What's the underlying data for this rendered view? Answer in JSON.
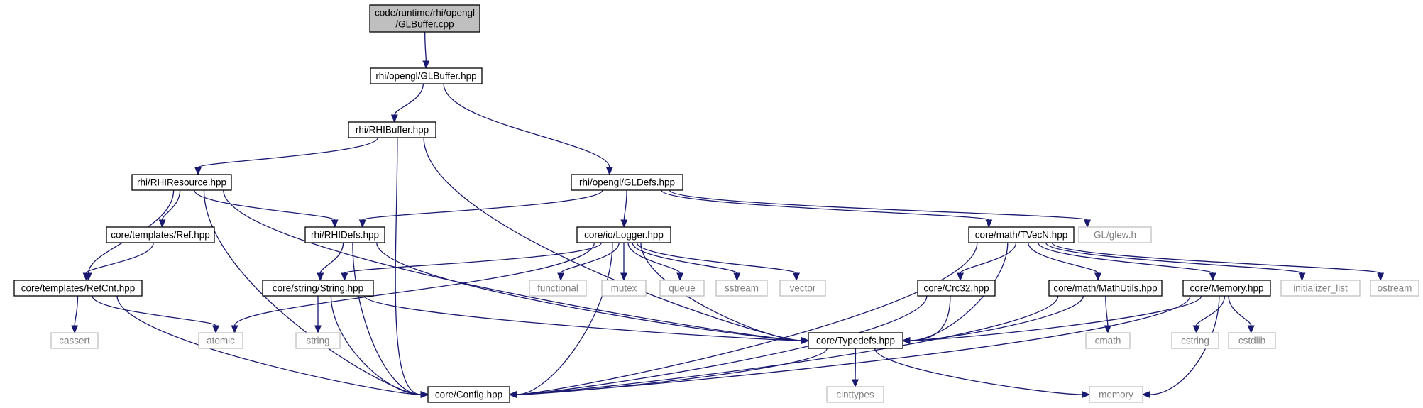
{
  "graph": {
    "title": "code/runtime/rhi/opengl/GLBuffer.cpp include dependency graph",
    "colors": {
      "edge": "#191970",
      "root_fill": "#bfbfbf",
      "node_stroke": "#000000",
      "external_stroke": "#bfbfbf",
      "external_text": "#808080"
    },
    "nodes": [
      {
        "id": "root",
        "lines": [
          "code/runtime/rhi/opengl",
          "/GLBuffer.cpp"
        ],
        "kind": "root"
      },
      {
        "id": "glbuffer_hpp",
        "lines": [
          "rhi/opengl/GLBuffer.hpp"
        ],
        "kind": "file"
      },
      {
        "id": "rhibuffer",
        "lines": [
          "rhi/RHIBuffer.hpp"
        ],
        "kind": "file"
      },
      {
        "id": "gldefs",
        "lines": [
          "rhi/opengl/GLDefs.hpp"
        ],
        "kind": "file"
      },
      {
        "id": "rhiresource",
        "lines": [
          "rhi/RHIResource.hpp"
        ],
        "kind": "file"
      },
      {
        "id": "rhidefs",
        "lines": [
          "rhi/RHIDefs.hpp"
        ],
        "kind": "file"
      },
      {
        "id": "logger",
        "lines": [
          "core/io/Logger.hpp"
        ],
        "kind": "file"
      },
      {
        "id": "tvecn",
        "lines": [
          "core/math/TVecN.hpp"
        ],
        "kind": "file"
      },
      {
        "id": "glew",
        "lines": [
          "GL/glew.h"
        ],
        "kind": "external"
      },
      {
        "id": "ref",
        "lines": [
          "core/templates/Ref.hpp"
        ],
        "kind": "file"
      },
      {
        "id": "refcnt",
        "lines": [
          "core/templates/RefCnt.hpp"
        ],
        "kind": "file"
      },
      {
        "id": "string_hpp",
        "lines": [
          "core/string/String.hpp"
        ],
        "kind": "file"
      },
      {
        "id": "functional",
        "lines": [
          "functional"
        ],
        "kind": "external"
      },
      {
        "id": "mutex",
        "lines": [
          "mutex"
        ],
        "kind": "external"
      },
      {
        "id": "queue",
        "lines": [
          "queue"
        ],
        "kind": "external"
      },
      {
        "id": "sstream",
        "lines": [
          "sstream"
        ],
        "kind": "external"
      },
      {
        "id": "vector",
        "lines": [
          "vector"
        ],
        "kind": "external"
      },
      {
        "id": "crc32",
        "lines": [
          "core/Crc32.hpp"
        ],
        "kind": "file"
      },
      {
        "id": "mathutils",
        "lines": [
          "core/math/MathUtils.hpp"
        ],
        "kind": "file"
      },
      {
        "id": "memory_hpp",
        "lines": [
          "core/Memory.hpp"
        ],
        "kind": "file"
      },
      {
        "id": "initializer_list",
        "lines": [
          "initializer_list"
        ],
        "kind": "external"
      },
      {
        "id": "ostream",
        "lines": [
          "ostream"
        ],
        "kind": "external"
      },
      {
        "id": "cassert",
        "lines": [
          "cassert"
        ],
        "kind": "external"
      },
      {
        "id": "atomic",
        "lines": [
          "atomic"
        ],
        "kind": "external"
      },
      {
        "id": "string_std",
        "lines": [
          "string"
        ],
        "kind": "external"
      },
      {
        "id": "typedefs",
        "lines": [
          "core/Typedefs.hpp"
        ],
        "kind": "file"
      },
      {
        "id": "cmath",
        "lines": [
          "cmath"
        ],
        "kind": "external"
      },
      {
        "id": "cstring",
        "lines": [
          "cstring"
        ],
        "kind": "external"
      },
      {
        "id": "cstdlib",
        "lines": [
          "cstdlib"
        ],
        "kind": "external"
      },
      {
        "id": "config",
        "lines": [
          "core/Config.hpp"
        ],
        "kind": "file"
      },
      {
        "id": "cinttypes",
        "lines": [
          "cinttypes"
        ],
        "kind": "external"
      },
      {
        "id": "memory_std",
        "lines": [
          "memory"
        ],
        "kind": "external"
      }
    ],
    "edges": [
      [
        "root",
        "glbuffer_hpp"
      ],
      [
        "glbuffer_hpp",
        "rhibuffer"
      ],
      [
        "glbuffer_hpp",
        "gldefs"
      ],
      [
        "rhibuffer",
        "rhiresource"
      ],
      [
        "rhibuffer",
        "config"
      ],
      [
        "rhibuffer",
        "typedefs"
      ],
      [
        "gldefs",
        "rhidefs"
      ],
      [
        "gldefs",
        "logger"
      ],
      [
        "gldefs",
        "tvecn"
      ],
      [
        "gldefs",
        "glew"
      ],
      [
        "rhiresource",
        "ref"
      ],
      [
        "rhiresource",
        "refcnt"
      ],
      [
        "rhiresource",
        "rhidefs"
      ],
      [
        "rhiresource",
        "typedefs"
      ],
      [
        "rhiresource",
        "config"
      ],
      [
        "ref",
        "refcnt"
      ],
      [
        "refcnt",
        "cassert"
      ],
      [
        "refcnt",
        "atomic"
      ],
      [
        "refcnt",
        "config"
      ],
      [
        "rhidefs",
        "string_hpp"
      ],
      [
        "rhidefs",
        "typedefs"
      ],
      [
        "rhidefs",
        "config"
      ],
      [
        "logger",
        "string_hpp"
      ],
      [
        "logger",
        "atomic"
      ],
      [
        "logger",
        "functional"
      ],
      [
        "logger",
        "mutex"
      ],
      [
        "logger",
        "queue"
      ],
      [
        "logger",
        "sstream"
      ],
      [
        "logger",
        "vector"
      ],
      [
        "logger",
        "typedefs"
      ],
      [
        "logger",
        "config"
      ],
      [
        "string_hpp",
        "string_std"
      ],
      [
        "string_hpp",
        "typedefs"
      ],
      [
        "string_hpp",
        "config"
      ],
      [
        "tvecn",
        "crc32"
      ],
      [
        "tvecn",
        "mathutils"
      ],
      [
        "tvecn",
        "memory_hpp"
      ],
      [
        "tvecn",
        "initializer_list"
      ],
      [
        "tvecn",
        "ostream"
      ],
      [
        "tvecn",
        "typedefs"
      ],
      [
        "tvecn",
        "config"
      ],
      [
        "crc32",
        "typedefs"
      ],
      [
        "crc32",
        "config"
      ],
      [
        "mathutils",
        "cmath"
      ],
      [
        "mathutils",
        "typedefs"
      ],
      [
        "mathutils",
        "config"
      ],
      [
        "memory_hpp",
        "cstring"
      ],
      [
        "memory_hpp",
        "cstdlib"
      ],
      [
        "memory_hpp",
        "memory_std"
      ],
      [
        "memory_hpp",
        "typedefs"
      ],
      [
        "memory_hpp",
        "config"
      ],
      [
        "typedefs",
        "cinttypes"
      ],
      [
        "typedefs",
        "memory_std"
      ],
      [
        "typedefs",
        "config"
      ]
    ]
  }
}
